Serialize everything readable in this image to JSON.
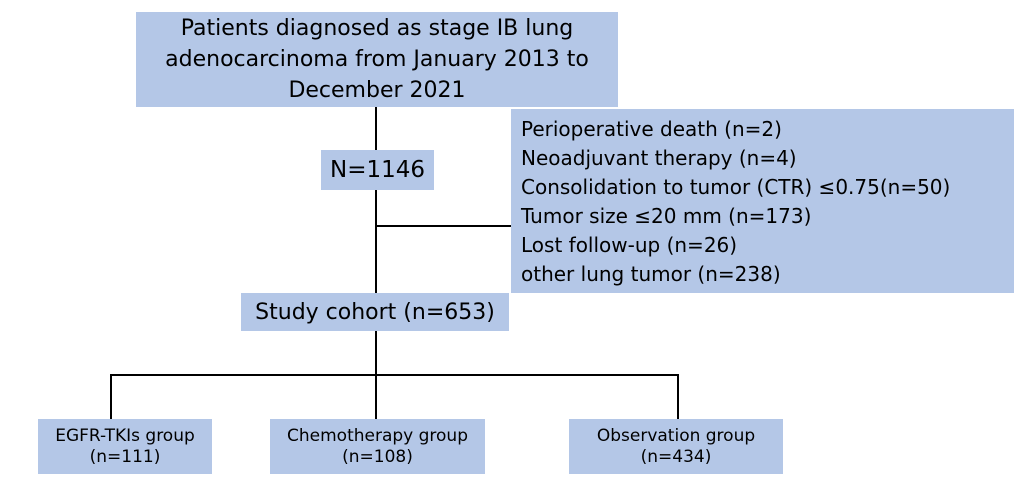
{
  "top": {
    "line1": "Patients diagnosed as stage IB lung",
    "line2": "adenocarcinoma from January 2013 to",
    "line3": "December 2021"
  },
  "n_total": "N=1146",
  "exclusions": [
    "Perioperative death (n=2)",
    "Neoadjuvant therapy (n=4)",
    "Consolidation to tumor (CTR) ≤0.75(n=50)",
    "Tumor size ≤20 mm (n=173)",
    "Lost follow-up (n=26)",
    "other lung tumor (n=238)"
  ],
  "cohort": "Study cohort (n=653)",
  "groups": [
    {
      "label": "EGFR-TKIs group",
      "n": "(n=111)"
    },
    {
      "label": "Chemotherapy group",
      "n": "(n=108)"
    },
    {
      "label": "Observation group",
      "n": "(n=434)"
    }
  ],
  "colors": {
    "box_fill": "#b4c7e7",
    "line": "#000000"
  }
}
